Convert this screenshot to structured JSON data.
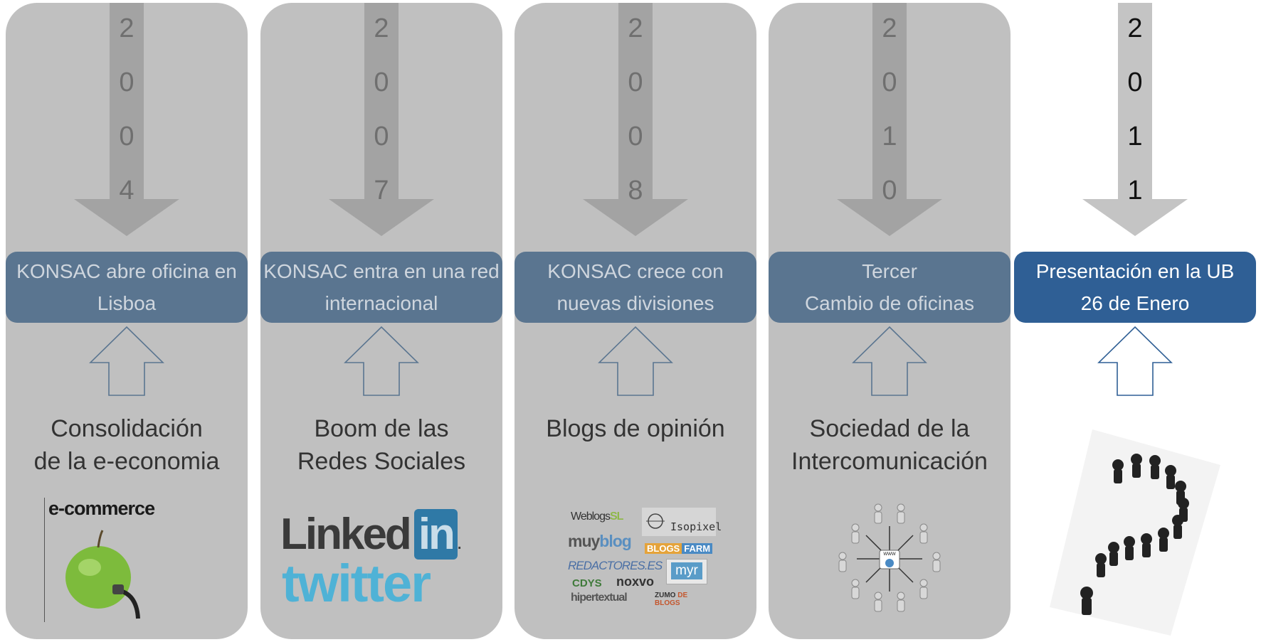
{
  "columns": [
    {
      "digits": [
        "2",
        "0",
        "0",
        "4"
      ],
      "event": "KONSAC abre oficina en\nLisboa",
      "trend": "Consolidación\nde la e-economia",
      "image": {
        "title": "e-commerce"
      }
    },
    {
      "digits": [
        "2",
        "0",
        "0",
        "7"
      ],
      "event": "KONSAC entra en una red\ninternacional",
      "trend": "Boom de las\nRedes Sociales",
      "image": {
        "linked": "Linked",
        "in": "in",
        "dot": ".",
        "twitter": "twitter"
      }
    },
    {
      "digits": [
        "2",
        "0",
        "0",
        "8"
      ],
      "event": "KONSAC crece con\nnuevas divisiones",
      "trend": "Blogs de opinión",
      "image": {
        "weblogs_a": "Weblogs",
        "weblogs_b": "SL",
        "isopixel": "Isopixel",
        "muy": "muy",
        "blog": "blog",
        "blogsfarm_a": "BLOGS",
        "blogsfarm_b": "FARM",
        "redactores": "REDACTORES.ES",
        "myr": "myr",
        "cdys": "CDYS",
        "noxvo": "noxvo",
        "hipertextual": "hipertextual",
        "zumo_a": "ZUMO",
        "zumo_b": "DE BLOGS"
      }
    },
    {
      "digits": [
        "2",
        "0",
        "1",
        "0"
      ],
      "event": "Tercer\nCambio de oficinas",
      "trend": "Sociedad de la\nIntercomunicación",
      "image": {
        "center_label": "www"
      }
    },
    {
      "digits": [
        "2",
        "0",
        "1",
        "1"
      ],
      "event": "Presentación en la UB\n26 de Enero",
      "trend": "",
      "image": {
        "icon": "chess-pieces-question-mark"
      }
    }
  ],
  "colors": {
    "panel": "#c0c0c0",
    "event_faded": "#5a7590",
    "event_active": "#2f5f95",
    "arrow": "#a3a3a3",
    "arrow_active": "#c4c4c4"
  }
}
